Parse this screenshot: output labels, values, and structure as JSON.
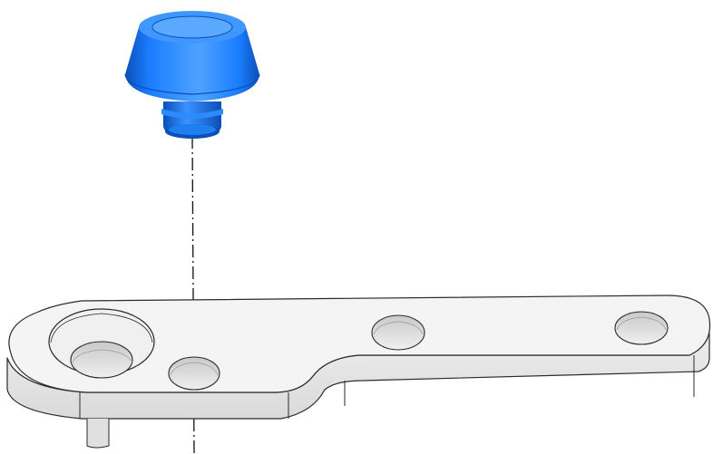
{
  "scene": {
    "background": "#ffffff",
    "part_fill": "#f4f4f4",
    "part_side_fill": "#e6e6e6",
    "part_edge_color": "#2a2a2a",
    "hole_fill": "#d9d9d9",
    "knob_color_light": "#4fa3ff",
    "knob_color": "#1a7dff",
    "knob_color_dark": "#0b4fb8",
    "axis_color": "#111111"
  },
  "objects": [
    {
      "name": "knob-cap",
      "icon": "blue-cylindrical-knob"
    },
    {
      "name": "flat-lever-bracket",
      "icon": "gray-metal-bracket"
    },
    {
      "name": "center-axis",
      "icon": "dash-dot-alignment-line"
    }
  ]
}
